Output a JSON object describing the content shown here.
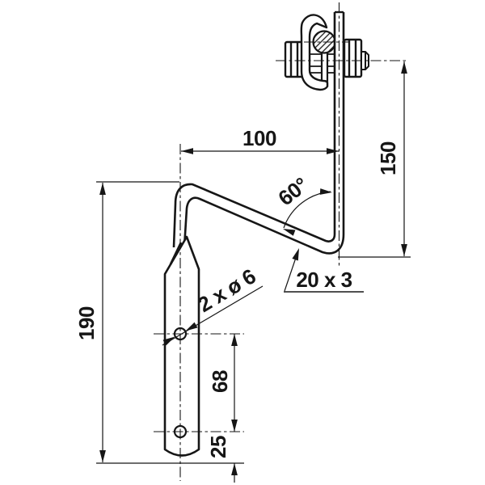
{
  "drawing": {
    "type": "technical-drawing",
    "subject": "bent flat-bar tine with clamp bolt assembly",
    "labels": {
      "top_width": "100",
      "right_height": "150",
      "blade_height": "190",
      "hole_spacing": "68",
      "bottom_hole_offset": "25",
      "bar_cross_section": "20 x 3",
      "holes_note": "2 x ø 6",
      "bend_angle": "60°"
    },
    "colors": {
      "line": "#161616",
      "background": "#ffffff"
    }
  }
}
